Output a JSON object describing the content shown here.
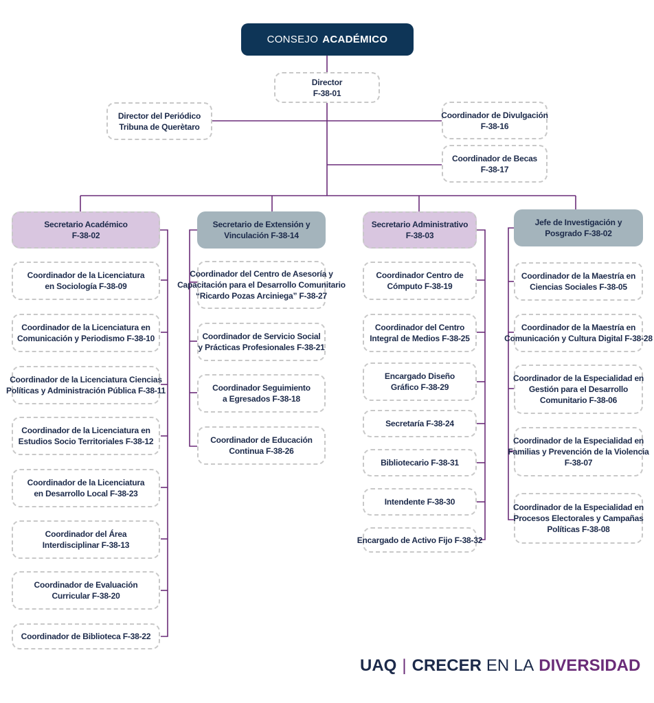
{
  "title": {
    "prefix": "CONSEJO",
    "emphasis": "ACADÉMICO"
  },
  "director": [
    "Director",
    "F-38-01"
  ],
  "periodico": [
    "Director del Periódico",
    "Tribuna de Querètaro"
  ],
  "divulgacion": [
    "Coordinador de Divulgación",
    "F-38-16"
  ],
  "becas": [
    "Coordinador de Becas",
    "F-38-17"
  ],
  "columns": [
    {
      "head": [
        "Secretario Académico",
        "F-38-02"
      ],
      "items": [
        [
          "Coordinador de la Licenciatura",
          "en Sociología F-38-09"
        ],
        [
          "Coordinador de la Licenciatura en",
          "Comunicación y Periodismo F-38-10"
        ],
        [
          "Coordinador de la Licenciatura Ciencias",
          "Políticas y Administración Pública F-38-11"
        ],
        [
          "Coordinador de la Licenciatura en",
          "Estudios Socio Territoriales F-38-12"
        ],
        [
          "Coordinador de la Licenciatura",
          "en Desarrollo Local F-38-23"
        ],
        [
          "Coordinador del Área",
          "Interdisciplinar F-38-13"
        ],
        [
          "Coordinador de Evaluación",
          "Curricular F-38-20"
        ],
        [
          "Coordinador de Biblioteca F-38-22"
        ]
      ]
    },
    {
      "head": [
        "Secretario de Extensión y",
        "Vinculación F-38-14"
      ],
      "items": [
        [
          "Coordinador del Centro de Asesoría y",
          "Capacitación para el Desarrollo Comunitario",
          "“Ricardo Pozas Arciniega” F-38-27"
        ],
        [
          "Coordinador de Servicio Social",
          "y Prácticas Profesionales F-38-21"
        ],
        [
          "Coordinador Seguimiento",
          "a Egresados F-38-18"
        ],
        [
          "Coordinador de Educación",
          "Continua F-38-26"
        ]
      ]
    },
    {
      "head": [
        "Secretario Administrativo",
        "F-38-03"
      ],
      "items": [
        [
          "Coordinador Centro de",
          "Cómputo F-38-19"
        ],
        [
          "Coordinador del Centro",
          "Integral de Medios F-38-25"
        ],
        [
          "Encargado Diseño",
          "Gráfico F-38-29"
        ],
        [
          "Secretaría F-38-24"
        ],
        [
          "Bibliotecario F-38-31"
        ],
        [
          "Intendente F-38-30"
        ],
        [
          "Encargado de Activo Fijo F-38-32"
        ]
      ]
    },
    {
      "head": [
        "Jefe de Investigación y",
        "Posgrado F-38-02"
      ],
      "items": [
        [
          "Coordinador de la Maestría en",
          "Ciencias Sociales F-38-05"
        ],
        [
          "Coordinador de la Maestría en",
          "Comunicación y Cultura Digital F-38-28"
        ],
        [
          "Coordinador de la Especialidad en",
          "Gestión para el Desarrollo",
          "Comunitario F-38-06"
        ],
        [
          "Coordinador de la Especialidad en",
          "Familias y Prevención de la Violencia",
          "F-38-07"
        ],
        [
          "Coordinador de la Especialidad en",
          "Procesos Electorales y Campañas",
          "Políticas F-38-08"
        ]
      ]
    }
  ],
  "brand": {
    "a": "UAQ",
    "sep": "|",
    "b": "CRECER",
    "c": "EN LA",
    "d": "DIVERSIDAD"
  },
  "colors": {
    "navy": "#0e3557",
    "purple": "#6a2c78",
    "lavender": "#d9c6e0",
    "slate": "#a4b4bc",
    "dashed": "#c8c8c8"
  }
}
